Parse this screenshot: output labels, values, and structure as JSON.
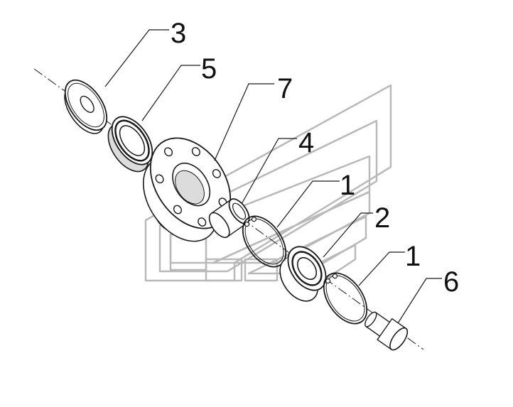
{
  "diagram": {
    "callouts": [
      {
        "id": "label-3",
        "text": "3"
      },
      {
        "id": "label-5",
        "text": "5"
      },
      {
        "id": "label-7",
        "text": "7"
      },
      {
        "id": "label-4",
        "text": "4"
      },
      {
        "id": "label-1a",
        "text": "1"
      },
      {
        "id": "label-2",
        "text": "2"
      },
      {
        "id": "label-1b",
        "text": "1"
      },
      {
        "id": "label-6",
        "text": "6"
      }
    ],
    "colors": {
      "line": "#1a1a1a",
      "watermark": "#b9b9b9",
      "fill": "#ffffff",
      "shade": "#dcdcdc"
    }
  }
}
